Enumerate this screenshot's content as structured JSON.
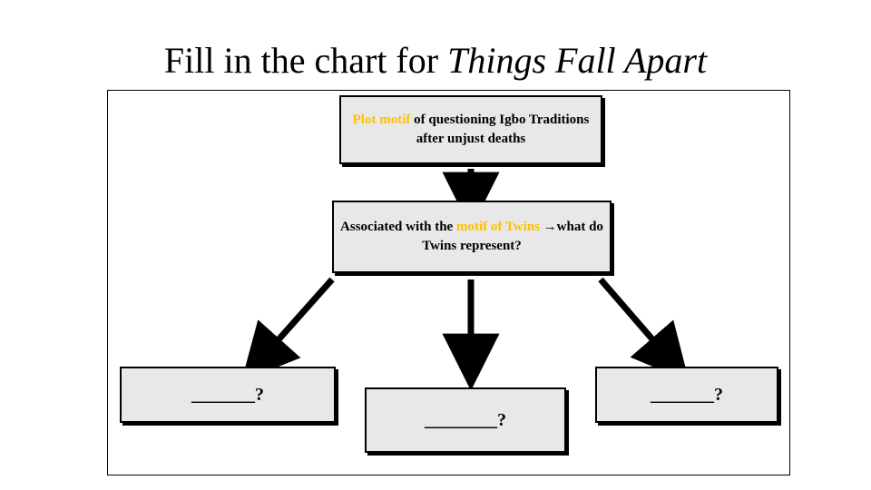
{
  "slide": {
    "title_prefix": "Fill in the chart for ",
    "title_work": "Things Fall Apart"
  },
  "chart_data": {
    "type": "diagram",
    "layout": "top-down flowchart",
    "nodes": [
      {
        "id": "top",
        "text_parts": [
          {
            "text": "Plot motif",
            "highlight": true
          },
          {
            "text": " of questioning Igbo Traditions after unjust deaths",
            "highlight": false
          }
        ],
        "plain_text": "Plot motif of questioning Igbo Traditions after unjust deaths"
      },
      {
        "id": "mid",
        "text_parts": [
          {
            "text": "Associated with the ",
            "highlight": false
          },
          {
            "text": "motif of Twins",
            "highlight": true
          },
          {
            "text": " →what do Twins represent?",
            "highlight": false
          }
        ],
        "plain_text": "Associated with the motif of Twins →what do Twins represent?"
      },
      {
        "id": "bottom-left",
        "plain_text": "_______?"
      },
      {
        "id": "bottom-center",
        "plain_text": "________?"
      },
      {
        "id": "bottom-right",
        "plain_text": "_______?"
      }
    ],
    "edges": [
      {
        "from": "top",
        "to": "mid"
      },
      {
        "from": "mid",
        "to": "bottom-left"
      },
      {
        "from": "mid",
        "to": "bottom-center"
      },
      {
        "from": "mid",
        "to": "bottom-right"
      }
    ],
    "colors": {
      "highlight": "#ffc000",
      "node_fill": "#e8e8e8",
      "node_border": "#000000",
      "text": "#000000",
      "background": "#ffffff"
    }
  }
}
